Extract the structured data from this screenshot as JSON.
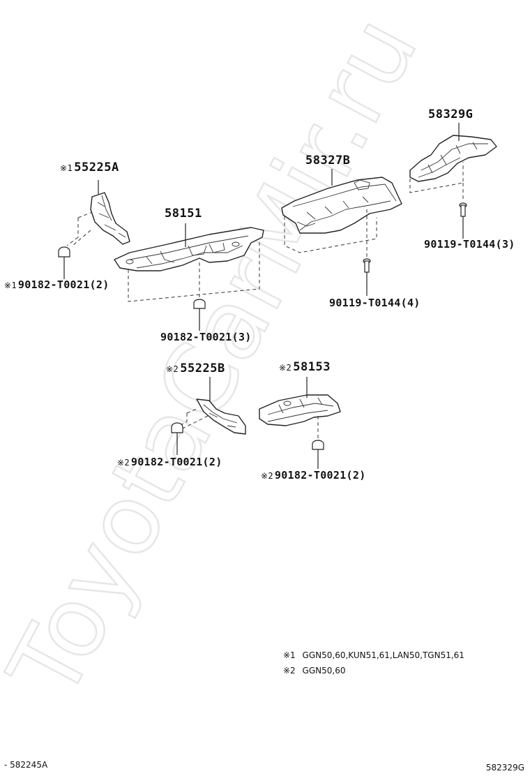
{
  "watermark": "ToyotaCarMir.ru",
  "parts": {
    "p55225A": {
      "mark": "※1",
      "number": "55225A"
    },
    "p58151": {
      "number": "58151"
    },
    "p58327B": {
      "number": "58327B"
    },
    "p58329G": {
      "number": "58329G"
    },
    "p55225B": {
      "mark": "※2",
      "number": "55225B"
    },
    "p58153": {
      "mark": "※2",
      "number": "58153"
    }
  },
  "fasteners": {
    "f1": {
      "mark": "※1",
      "number": "90182-T0021(2)"
    },
    "f2": {
      "number": "90182-T0021(3)"
    },
    "f3": {
      "number": "90119-T0144(4)"
    },
    "f4": {
      "number": "90119-T0144(3)"
    },
    "f5": {
      "mark": "※2",
      "number": "90182-T0021(2)"
    },
    "f6": {
      "mark": "※2",
      "number": "90182-T0021(2)"
    }
  },
  "notes": [
    {
      "mark": "※1",
      "text": "GGN50,60,KUN51,61,LAN50,TGN51,61"
    },
    {
      "mark": "※2",
      "text": "GGN50,60"
    }
  ],
  "footer": {
    "left": "- 582245A",
    "right": "582329G"
  }
}
